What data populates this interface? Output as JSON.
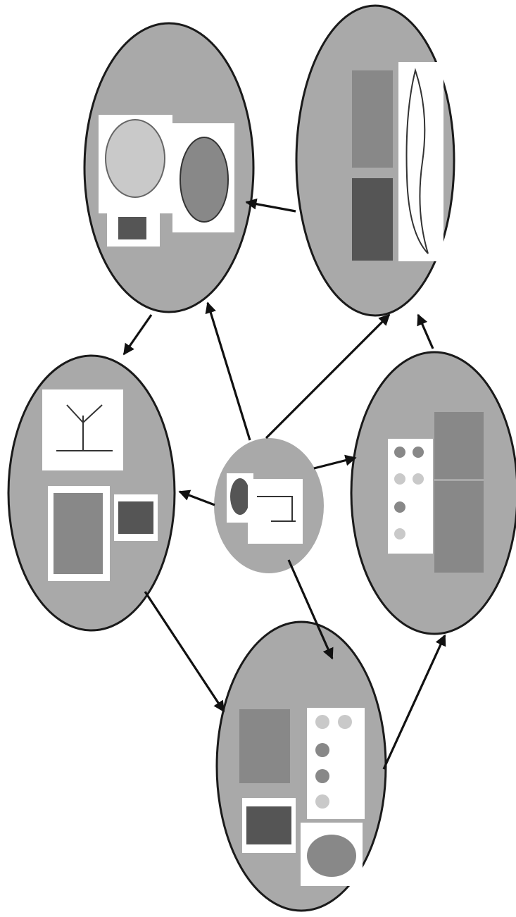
{
  "diagram": {
    "nodes": [
      {
        "id": "top-left",
        "thumbnails": 3
      },
      {
        "id": "top-right",
        "thumbnails": 3
      },
      {
        "id": "middle-left",
        "thumbnails": 3
      },
      {
        "id": "center",
        "thumbnails": 2
      },
      {
        "id": "middle-right",
        "thumbnails": 3
      },
      {
        "id": "bottom",
        "thumbnails": 4
      }
    ],
    "edges": [
      {
        "from": "top-right",
        "to": "top-left"
      },
      {
        "from": "top-left",
        "to": "middle-left"
      },
      {
        "from": "center",
        "to": "top-left"
      },
      {
        "from": "center",
        "to": "top-right"
      },
      {
        "from": "middle-right",
        "to": "top-right"
      },
      {
        "from": "center",
        "to": "middle-left"
      },
      {
        "from": "center",
        "to": "middle-right"
      },
      {
        "from": "center",
        "to": "bottom"
      },
      {
        "from": "middle-left",
        "to": "bottom"
      },
      {
        "from": "bottom",
        "to": "middle-right"
      }
    ],
    "colors": {
      "node_fill": "#a9a9a9",
      "stroke": "#1a1a1a"
    }
  }
}
